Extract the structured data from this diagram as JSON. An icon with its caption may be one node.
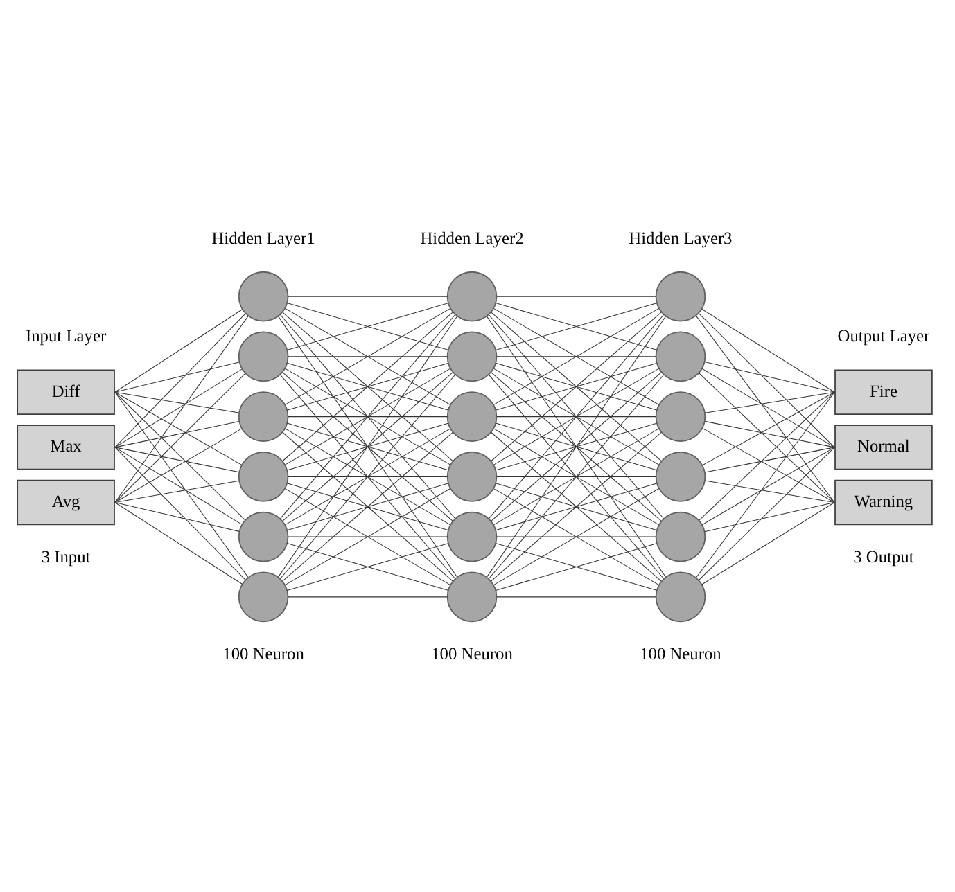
{
  "diagram": {
    "nodes": [
      {
        "text": [
          "Diff"
        ]
      },
      {
        "text": [
          "Max"
        ]
      },
      {
        "text": [
          "Avg"
        ]
      },
      {
        "text": [],
        "shape": "circle"
      },
      {
        "text": [],
        "shape": "circle"
      },
      {
        "text": [],
        "shape": "circle"
      },
      {
        "text": [],
        "shape": "circle"
      },
      {
        "text": [],
        "shape": "circle"
      },
      {
        "text": [],
        "shape": "circle"
      },
      {
        "text": [],
        "shape": "circle"
      },
      {
        "text": [],
        "shape": "circle"
      },
      {
        "text": [],
        "shape": "circle"
      },
      {
        "text": [],
        "shape": "circle"
      },
      {
        "text": [],
        "shape": "circle"
      },
      {
        "text": [],
        "shape": "circle"
      },
      {
        "text": [],
        "shape": "circle"
      },
      {
        "text": [],
        "shape": "circle"
      },
      {
        "text": [],
        "shape": "circle"
      },
      {
        "text": [],
        "shape": "circle"
      },
      {
        "text": [],
        "shape": "circle"
      },
      {
        "text": [],
        "shape": "circle"
      },
      {
        "text": [
          "Fire"
        ]
      },
      {
        "text": [
          "Normal"
        ]
      },
      {
        "text": [
          "Warning"
        ]
      }
    ],
    "edges": [
      {
        "from": 0,
        "to": 3,
        "arrow": "none"
      },
      {
        "from": 0,
        "to": 4,
        "arrow": "none"
      },
      {
        "from": 0,
        "to": 5,
        "arrow": "none"
      },
      {
        "from": 0,
        "to": 6,
        "arrow": "none"
      },
      {
        "from": 0,
        "to": 7,
        "arrow": "none"
      },
      {
        "from": 0,
        "to": 8,
        "arrow": "none"
      },
      {
        "from": 1,
        "to": 3,
        "arrow": "none"
      },
      {
        "from": 1,
        "to": 4,
        "arrow": "none"
      },
      {
        "from": 1,
        "to": 5,
        "arrow": "none"
      },
      {
        "from": 1,
        "to": 6,
        "arrow": "none"
      },
      {
        "from": 1,
        "to": 7,
        "arrow": "none"
      },
      {
        "from": 1,
        "to": 8,
        "arrow": "none"
      },
      {
        "from": 2,
        "to": 3,
        "arrow": "none"
      },
      {
        "from": 2,
        "to": 4,
        "arrow": "none"
      },
      {
        "from": 2,
        "to": 5,
        "arrow": "none"
      },
      {
        "from": 2,
        "to": 6,
        "arrow": "none"
      },
      {
        "from": 2,
        "to": 7,
        "arrow": "none"
      },
      {
        "from": 2,
        "to": 8,
        "arrow": "none"
      },
      {
        "from": 3,
        "to": 9,
        "arrow": "none"
      },
      {
        "from": 3,
        "to": 10,
        "arrow": "none"
      },
      {
        "from": 3,
        "to": 11,
        "arrow": "none"
      },
      {
        "from": 3,
        "to": 12,
        "arrow": "none"
      },
      {
        "from": 3,
        "to": 13,
        "arrow": "none"
      },
      {
        "from": 3,
        "to": 14,
        "arrow": "none"
      },
      {
        "from": 4,
        "to": 9,
        "arrow": "none"
      },
      {
        "from": 4,
        "to": 10,
        "arrow": "none"
      },
      {
        "from": 4,
        "to": 11,
        "arrow": "none"
      },
      {
        "from": 4,
        "to": 12,
        "arrow": "none"
      },
      {
        "from": 4,
        "to": 13,
        "arrow": "none"
      },
      {
        "from": 4,
        "to": 14,
        "arrow": "none"
      },
      {
        "from": 5,
        "to": 9,
        "arrow": "none"
      },
      {
        "from": 5,
        "to": 10,
        "arrow": "none"
      },
      {
        "from": 5,
        "to": 11,
        "arrow": "none"
      },
      {
        "from": 5,
        "to": 12,
        "arrow": "none"
      },
      {
        "from": 5,
        "to": 13,
        "arrow": "none"
      },
      {
        "from": 5,
        "to": 14,
        "arrow": "none"
      },
      {
        "from": 6,
        "to": 9,
        "arrow": "none"
      },
      {
        "from": 6,
        "to": 10,
        "arrow": "none"
      },
      {
        "from": 6,
        "to": 11,
        "arrow": "none"
      },
      {
        "from": 6,
        "to": 12,
        "arrow": "none"
      },
      {
        "from": 6,
        "to": 13,
        "arrow": "none"
      },
      {
        "from": 6,
        "to": 14,
        "arrow": "none"
      },
      {
        "from": 7,
        "to": 9,
        "arrow": "none"
      },
      {
        "from": 7,
        "to": 10,
        "arrow": "none"
      },
      {
        "from": 7,
        "to": 11,
        "arrow": "none"
      },
      {
        "from": 7,
        "to": 12,
        "arrow": "none"
      },
      {
        "from": 7,
        "to": 13,
        "arrow": "none"
      },
      {
        "from": 7,
        "to": 14,
        "arrow": "none"
      },
      {
        "from": 8,
        "to": 9,
        "arrow": "none"
      },
      {
        "from": 8,
        "to": 10,
        "arrow": "none"
      },
      {
        "from": 8,
        "to": 11,
        "arrow": "none"
      },
      {
        "from": 8,
        "to": 12,
        "arrow": "none"
      },
      {
        "from": 8,
        "to": 13,
        "arrow": "none"
      },
      {
        "from": 8,
        "to": 14,
        "arrow": "none"
      },
      {
        "from": 9,
        "to": 15,
        "arrow": "none"
      },
      {
        "from": 9,
        "to": 16,
        "arrow": "none"
      },
      {
        "from": 9,
        "to": 17,
        "arrow": "none"
      },
      {
        "from": 9,
        "to": 18,
        "arrow": "none"
      },
      {
        "from": 9,
        "to": 19,
        "arrow": "none"
      },
      {
        "from": 9,
        "to": 20,
        "arrow": "none"
      },
      {
        "from": 10,
        "to": 15,
        "arrow": "none"
      },
      {
        "from": 10,
        "to": 16,
        "arrow": "none"
      },
      {
        "from": 10,
        "to": 17,
        "arrow": "none"
      },
      {
        "from": 10,
        "to": 18,
        "arrow": "none"
      },
      {
        "from": 10,
        "to": 19,
        "arrow": "none"
      },
      {
        "from": 10,
        "to": 20,
        "arrow": "none"
      },
      {
        "from": 11,
        "to": 15,
        "arrow": "none"
      },
      {
        "from": 11,
        "to": 16,
        "arrow": "none"
      },
      {
        "from": 11,
        "to": 17,
        "arrow": "none"
      },
      {
        "from": 11,
        "to": 18,
        "arrow": "none"
      },
      {
        "from": 11,
        "to": 19,
        "arrow": "none"
      },
      {
        "from": 11,
        "to": 20,
        "arrow": "none"
      },
      {
        "from": 12,
        "to": 15,
        "arrow": "none"
      },
      {
        "from": 12,
        "to": 16,
        "arrow": "none"
      },
      {
        "from": 12,
        "to": 17,
        "arrow": "none"
      },
      {
        "from": 12,
        "to": 18,
        "arrow": "none"
      },
      {
        "from": 12,
        "to": 19,
        "arrow": "none"
      },
      {
        "from": 12,
        "to": 20,
        "arrow": "none"
      },
      {
        "from": 13,
        "to": 15,
        "arrow": "none"
      },
      {
        "from": 13,
        "to": 16,
        "arrow": "none"
      },
      {
        "from": 13,
        "to": 17,
        "arrow": "none"
      },
      {
        "from": 13,
        "to": 18,
        "arrow": "none"
      },
      {
        "from": 13,
        "to": 19,
        "arrow": "none"
      },
      {
        "from": 13,
        "to": 20,
        "arrow": "none"
      },
      {
        "from": 14,
        "to": 15,
        "arrow": "none"
      },
      {
        "from": 14,
        "to": 16,
        "arrow": "none"
      },
      {
        "from": 14,
        "to": 17,
        "arrow": "none"
      },
      {
        "from": 14,
        "to": 18,
        "arrow": "none"
      },
      {
        "from": 14,
        "to": 19,
        "arrow": "none"
      },
      {
        "from": 14,
        "to": 20,
        "arrow": "none"
      },
      {
        "from": 15,
        "to": 21,
        "arrow": "none"
      },
      {
        "from": 15,
        "to": 22,
        "arrow": "none"
      },
      {
        "from": 15,
        "to": 23,
        "arrow": "none"
      },
      {
        "from": 16,
        "to": 21,
        "arrow": "none"
      },
      {
        "from": 16,
        "to": 22,
        "arrow": "none"
      },
      {
        "from": 16,
        "to": 23,
        "arrow": "none"
      },
      {
        "from": 17,
        "to": 21,
        "arrow": "none"
      },
      {
        "from": 17,
        "to": 22,
        "arrow": "none"
      },
      {
        "from": 17,
        "to": 23,
        "arrow": "none"
      },
      {
        "from": 18,
        "to": 21,
        "arrow": "none"
      },
      {
        "from": 18,
        "to": 22,
        "arrow": "none"
      },
      {
        "from": 18,
        "to": 23,
        "arrow": "none"
      },
      {
        "from": 19,
        "to": 21,
        "arrow": "none"
      },
      {
        "from": 19,
        "to": 22,
        "arrow": "none"
      },
      {
        "from": 19,
        "to": 23,
        "arrow": "none"
      },
      {
        "from": 20,
        "to": 21,
        "arrow": "none"
      },
      {
        "from": 20,
        "to": 22,
        "arrow": "none"
      },
      {
        "from": 20,
        "to": 23,
        "arrow": "none"
      }
    ],
    "labels": [
      "Input Layer",
      "Hidden Layer1",
      "Hidden Layer2",
      "Hidden Layer3",
      "Output Layer",
      "3 Input",
      "100 Neuron",
      "100 Neuron",
      "100 Neuron",
      "3 Output"
    ]
  }
}
